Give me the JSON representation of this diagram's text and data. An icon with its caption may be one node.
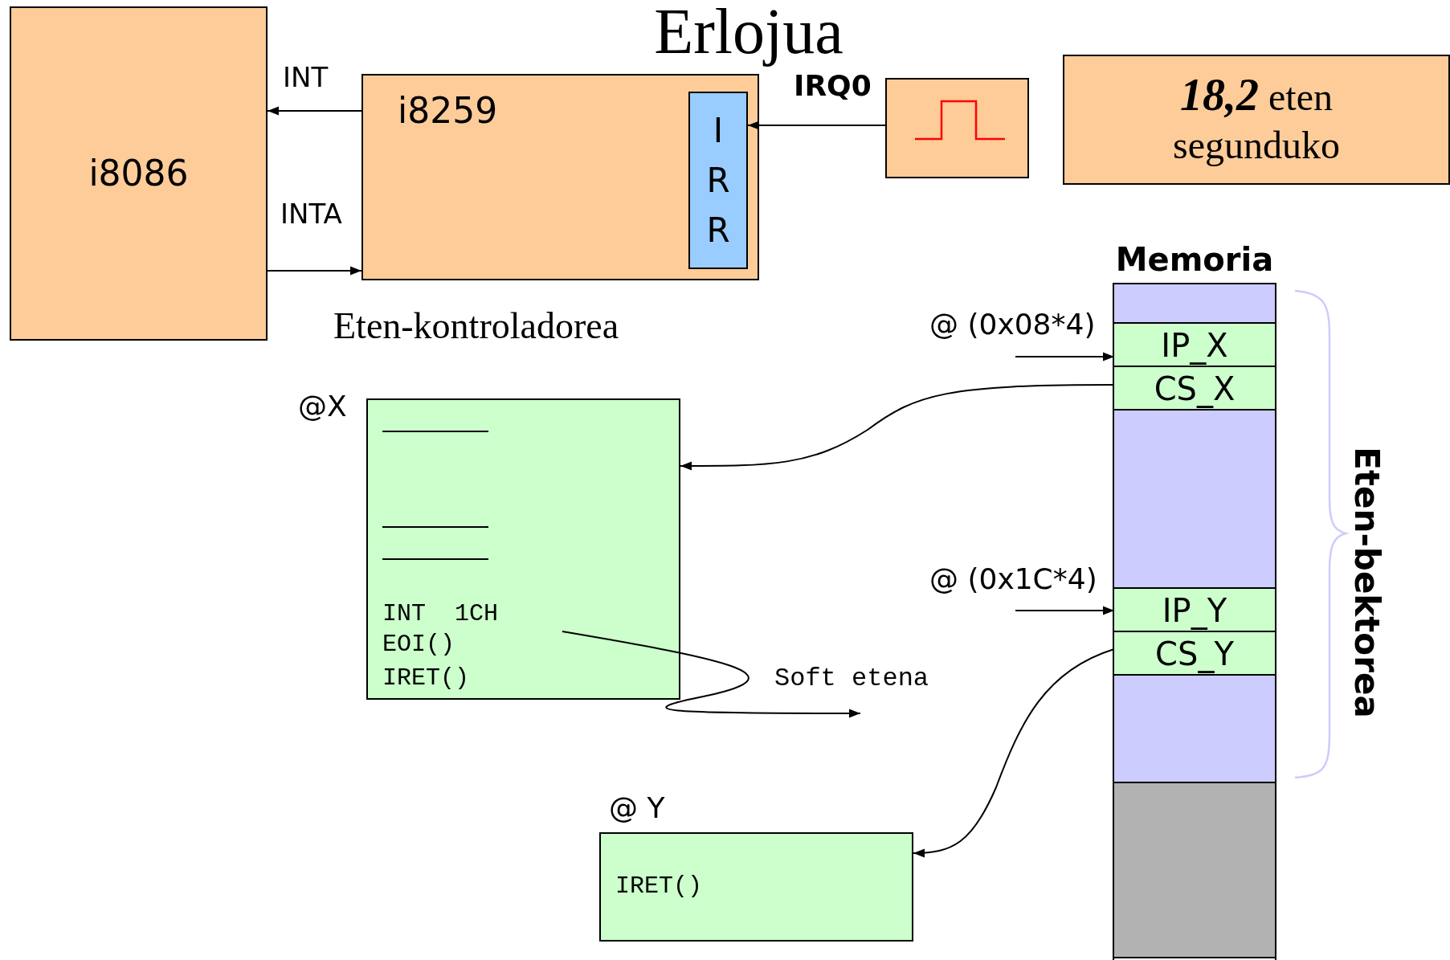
{
  "diagram": {
    "title": "Erlojua",
    "nodes": [
      {
        "text": [
          "i8086"
        ]
      },
      {
        "text": [
          "i8259"
        ],
        "beside": [
          "Eten-kontroladorea"
        ]
      },
      {
        "text": [
          "I R R"
        ],
        "in": 1
      },
      {
        "text": [],
        "shape": "box"
      },
      {
        "text": [
          "**18,2** eten segunduko"
        ]
      },
      {
        "text": [
          "Memoria"
        ]
      },
      {
        "text": [],
        "shape": "box",
        "in": 5
      },
      {
        "text": [
          "IP_X"
        ],
        "in": 5
      },
      {
        "text": [
          "CS_X"
        ],
        "in": 5
      },
      {
        "text": [],
        "shape": "box",
        "in": 5
      },
      {
        "text": [
          "IP_Y"
        ],
        "in": 5
      },
      {
        "text": [
          "CS_Y"
        ],
        "in": 5
      },
      {
        "text": [],
        "shape": "box",
        "in": 5
      },
      {
        "text": [],
        "shape": "box",
        "in": 5
      },
      {
        "text": [
          "@X",
          "INT  1CH",
          "EOI()",
          "IRET()"
        ]
      },
      {
        "text": [
          "@ Y",
          "IRET()"
        ]
      }
    ],
    "edges": [
      {
        "from": 1,
        "to": 0,
        "arrow": "to",
        "label": "INT"
      },
      {
        "from": 0,
        "to": 1,
        "arrow": "to",
        "label": "INTA"
      },
      {
        "from": 3,
        "to": 2,
        "arrow": "to",
        "label": "IRQ0"
      },
      {
        "from": null,
        "to": 7,
        "arrow": "to",
        "label": "@ (0x08*4)"
      },
      {
        "from": 8,
        "to": 14,
        "arrow": "to"
      },
      {
        "from": 14,
        "to": null,
        "arrow": "to",
        "label": "Soft etena"
      },
      {
        "from": null,
        "to": 10,
        "arrow": "to",
        "label": "@ (0x1C*4)"
      },
      {
        "from": 11,
        "to": 15,
        "arrow": "to"
      }
    ],
    "labels": [
      "Eten-bektorea"
    ]
  }
}
